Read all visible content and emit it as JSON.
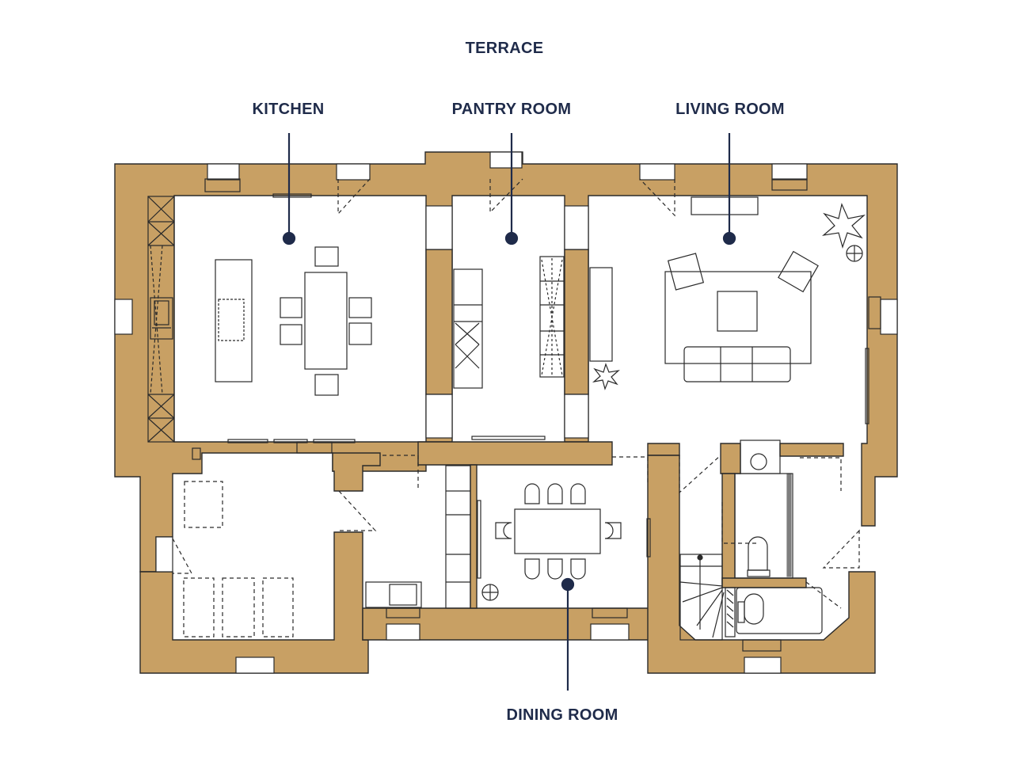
{
  "colors": {
    "wall": "#c8a064",
    "line": "#2a2a2a",
    "label": "#1f2b4a",
    "background": "#ffffff"
  },
  "labels": {
    "terrace": "TERRACE",
    "kitchen": "KITCHEN",
    "pantry": "PANTRY ROOM",
    "living": "LIVING ROOM",
    "dining": "DINING ROOM"
  }
}
